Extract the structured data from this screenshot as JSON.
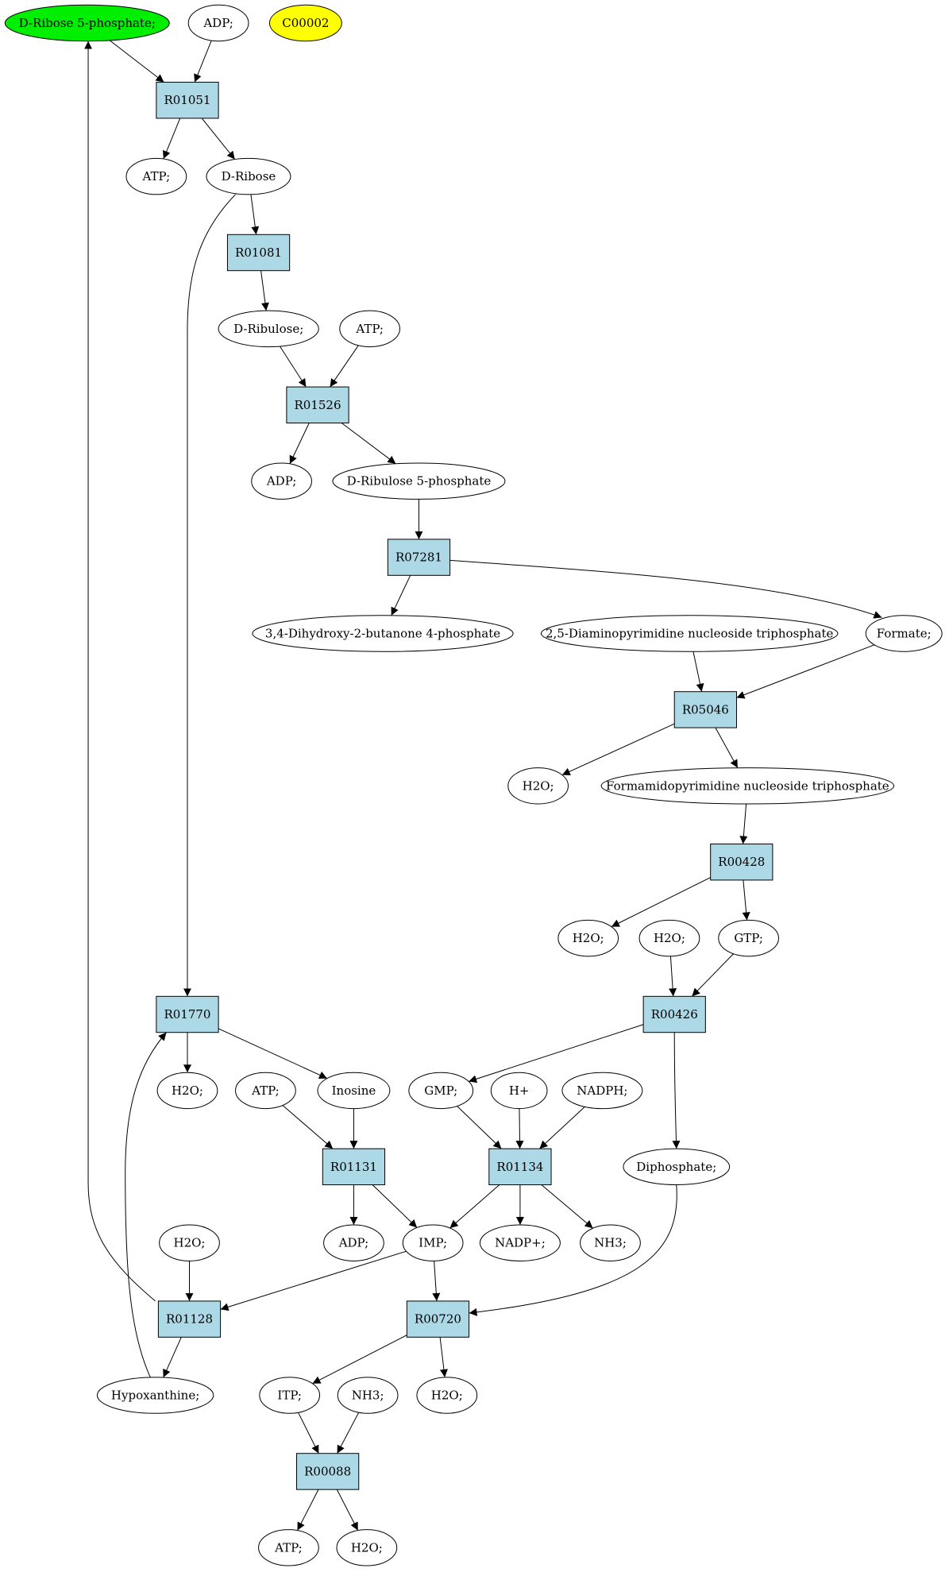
{
  "nodes": [
    {
      "id": "n_r5p",
      "type": "compound",
      "label": "D-Ribose 5-phosphate;",
      "fill": "#00ee00"
    },
    {
      "id": "n_adp1",
      "type": "compound",
      "label": "ADP;"
    },
    {
      "id": "n_c00002",
      "type": "compound",
      "label": "C00002",
      "fill": "#ffff00"
    },
    {
      "id": "R01051",
      "type": "reaction",
      "label": "R01051"
    },
    {
      "id": "n_atp1",
      "type": "compound",
      "label": "ATP;"
    },
    {
      "id": "n_dribose",
      "type": "compound",
      "label": "D-Ribose"
    },
    {
      "id": "R01081",
      "type": "reaction",
      "label": "R01081"
    },
    {
      "id": "n_dribulose",
      "type": "compound",
      "label": "D-Ribulose;"
    },
    {
      "id": "n_atp2",
      "type": "compound",
      "label": "ATP;"
    },
    {
      "id": "R01526",
      "type": "reaction",
      "label": "R01526"
    },
    {
      "id": "n_adp2",
      "type": "compound",
      "label": "ADP;"
    },
    {
      "id": "n_dru5p",
      "type": "compound",
      "label": "D-Ribulose 5-phosphate"
    },
    {
      "id": "R07281",
      "type": "reaction",
      "label": "R07281"
    },
    {
      "id": "n_dhbp",
      "type": "compound",
      "label": "3,4-Dihydroxy-2-butanone 4-phosphate"
    },
    {
      "id": "n_dapnt",
      "type": "compound",
      "label": "2,5-Diaminopyrimidine nucleoside triphosphate"
    },
    {
      "id": "n_formate",
      "type": "compound",
      "label": "Formate;"
    },
    {
      "id": "R05046",
      "type": "reaction",
      "label": "R05046"
    },
    {
      "id": "n_h2o1",
      "type": "compound",
      "label": "H2O;"
    },
    {
      "id": "n_fapnt",
      "type": "compound",
      "label": "Formamidopyrimidine nucleoside triphosphate"
    },
    {
      "id": "R00428",
      "type": "reaction",
      "label": "R00428"
    },
    {
      "id": "n_h2o2",
      "type": "compound",
      "label": "H2O;"
    },
    {
      "id": "n_h2o3",
      "type": "compound",
      "label": "H2O;"
    },
    {
      "id": "n_gtp",
      "type": "compound",
      "label": "GTP;"
    },
    {
      "id": "R00426",
      "type": "reaction",
      "label": "R00426"
    },
    {
      "id": "R01770",
      "type": "reaction",
      "label": "R01770"
    },
    {
      "id": "n_h2o4",
      "type": "compound",
      "label": "H2O;"
    },
    {
      "id": "n_atp3",
      "type": "compound",
      "label": "ATP;"
    },
    {
      "id": "n_inosine",
      "type": "compound",
      "label": "Inosine"
    },
    {
      "id": "n_gmp",
      "type": "compound",
      "label": "GMP;"
    },
    {
      "id": "n_hplus",
      "type": "compound",
      "label": "H+"
    },
    {
      "id": "n_nadph",
      "type": "compound",
      "label": "NADPH;"
    },
    {
      "id": "R01131",
      "type": "reaction",
      "label": "R01131"
    },
    {
      "id": "R01134",
      "type": "reaction",
      "label": "R01134"
    },
    {
      "id": "n_diphosphate",
      "type": "compound",
      "label": "Diphosphate;"
    },
    {
      "id": "n_h2o5",
      "type": "compound",
      "label": "H2O;"
    },
    {
      "id": "n_adp3",
      "type": "compound",
      "label": "ADP;"
    },
    {
      "id": "n_imp",
      "type": "compound",
      "label": "IMP;"
    },
    {
      "id": "n_nadpplus",
      "type": "compound",
      "label": "NADP+;"
    },
    {
      "id": "n_nh3a",
      "type": "compound",
      "label": "NH3;"
    },
    {
      "id": "R01128",
      "type": "reaction",
      "label": "R01128"
    },
    {
      "id": "R00720",
      "type": "reaction",
      "label": "R00720"
    },
    {
      "id": "n_hypox",
      "type": "compound",
      "label": "Hypoxanthine;"
    },
    {
      "id": "n_itp",
      "type": "compound",
      "label": "ITP;"
    },
    {
      "id": "n_nh3b",
      "type": "compound",
      "label": "NH3;"
    },
    {
      "id": "n_h2o6",
      "type": "compound",
      "label": "H2O;"
    },
    {
      "id": "R00088",
      "type": "reaction",
      "label": "R00088"
    },
    {
      "id": "n_atp4",
      "type": "compound",
      "label": "ATP;"
    },
    {
      "id": "n_h2o7",
      "type": "compound",
      "label": "H2O;"
    }
  ],
  "edges": [
    {
      "from": "n_r5p",
      "to": "R01051"
    },
    {
      "from": "n_adp1",
      "to": "R01051"
    },
    {
      "from": "R01051",
      "to": "n_atp1"
    },
    {
      "from": "R01051",
      "to": "n_dribose"
    },
    {
      "from": "n_dribose",
      "to": "R01081"
    },
    {
      "from": "n_dribose",
      "to": "R01770"
    },
    {
      "from": "R01081",
      "to": "n_dribulose"
    },
    {
      "from": "n_dribulose",
      "to": "R01526"
    },
    {
      "from": "n_atp2",
      "to": "R01526"
    },
    {
      "from": "R01526",
      "to": "n_adp2"
    },
    {
      "from": "R01526",
      "to": "n_dru5p"
    },
    {
      "from": "n_dru5p",
      "to": "R07281"
    },
    {
      "from": "R07281",
      "to": "n_dhbp"
    },
    {
      "from": "R07281",
      "to": "n_formate"
    },
    {
      "from": "n_dapnt",
      "to": "R05046"
    },
    {
      "from": "n_formate",
      "to": "R05046"
    },
    {
      "from": "R05046",
      "to": "n_h2o1"
    },
    {
      "from": "R05046",
      "to": "n_fapnt"
    },
    {
      "from": "n_fapnt",
      "to": "R00428"
    },
    {
      "from": "R00428",
      "to": "n_h2o2"
    },
    {
      "from": "R00428",
      "to": "n_gtp"
    },
    {
      "from": "n_h2o3",
      "to": "R00426"
    },
    {
      "from": "n_gtp",
      "to": "R00426"
    },
    {
      "from": "R00426",
      "to": "n_gmp"
    },
    {
      "from": "R00426",
      "to": "n_diphosphate"
    },
    {
      "from": "R01770",
      "to": "n_h2o4"
    },
    {
      "from": "R01770",
      "to": "n_inosine"
    },
    {
      "from": "n_atp3",
      "to": "R01131"
    },
    {
      "from": "n_inosine",
      "to": "R01131"
    },
    {
      "from": "n_gmp",
      "to": "R01134"
    },
    {
      "from": "n_hplus",
      "to": "R01134"
    },
    {
      "from": "n_nadph",
      "to": "R01134"
    },
    {
      "from": "R01131",
      "to": "n_adp3"
    },
    {
      "from": "R01131",
      "to": "n_imp"
    },
    {
      "from": "R01134",
      "to": "n_imp"
    },
    {
      "from": "R01134",
      "to": "n_nadpplus"
    },
    {
      "from": "R01134",
      "to": "n_nh3a"
    },
    {
      "from": "n_h2o5",
      "to": "R01128"
    },
    {
      "from": "n_imp",
      "to": "R01128"
    },
    {
      "from": "n_imp",
      "to": "R00720"
    },
    {
      "from": "n_diphosphate",
      "to": "R00720"
    },
    {
      "from": "R01128",
      "to": "n_hypox"
    },
    {
      "from": "R01128",
      "to": "n_r5p"
    },
    {
      "from": "n_hypox",
      "to": "R01770"
    },
    {
      "from": "R00720",
      "to": "n_itp"
    },
    {
      "from": "R00720",
      "to": "n_h2o6"
    },
    {
      "from": "n_itp",
      "to": "R00088"
    },
    {
      "from": "n_nh3b",
      "to": "R00088"
    },
    {
      "from": "R00088",
      "to": "n_atp4"
    },
    {
      "from": "R00088",
      "to": "n_h2o7"
    }
  ]
}
